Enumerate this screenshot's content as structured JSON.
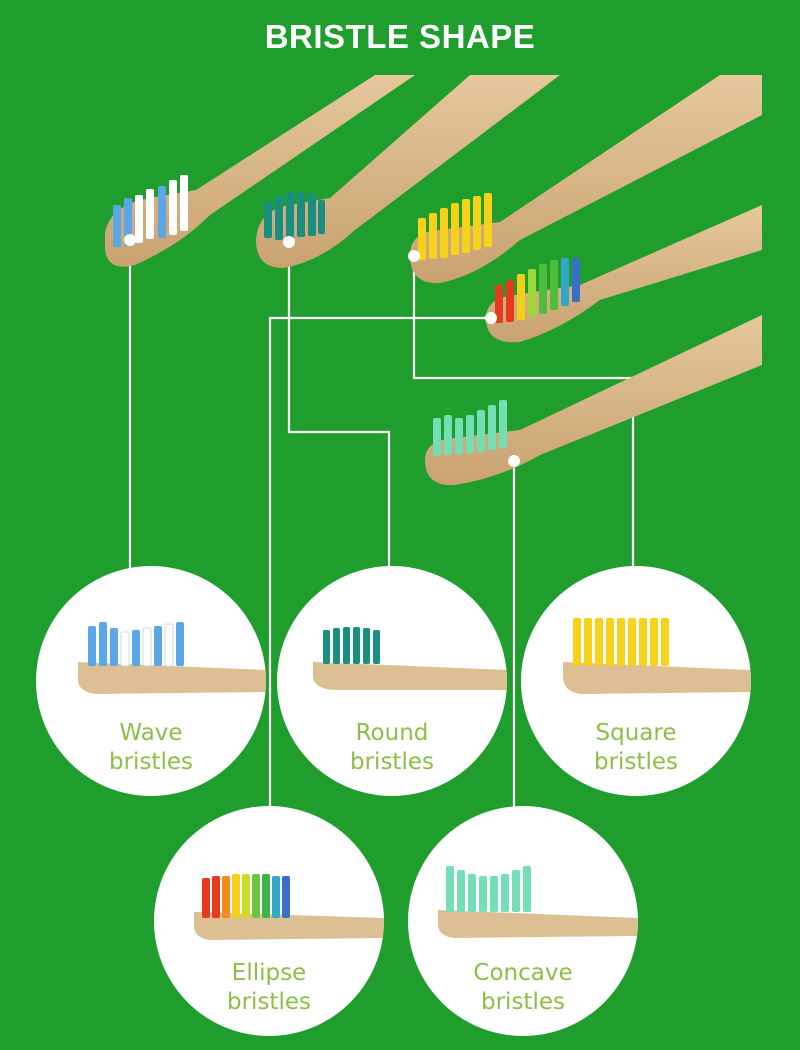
{
  "title": "BRISTLE SHAPE",
  "colors": {
    "background": "#1f9e2e",
    "label": "#8bbf46",
    "bamboo": "#d9b98a",
    "wave": "#5aa7e8",
    "round": "#1a8f80",
    "square": "#f6d21b",
    "concave": "#74dfb4"
  },
  "items": [
    {
      "name": "wave",
      "line1": "Wave",
      "line2": "bristles"
    },
    {
      "name": "round",
      "line1": "Round",
      "line2": "bristles"
    },
    {
      "name": "square",
      "line1": "Square",
      "line2": "bristles"
    },
    {
      "name": "ellipse",
      "line1": "Ellipse",
      "line2": "bristles"
    },
    {
      "name": "concave",
      "line1": "Concave",
      "line2": "bristles"
    }
  ]
}
